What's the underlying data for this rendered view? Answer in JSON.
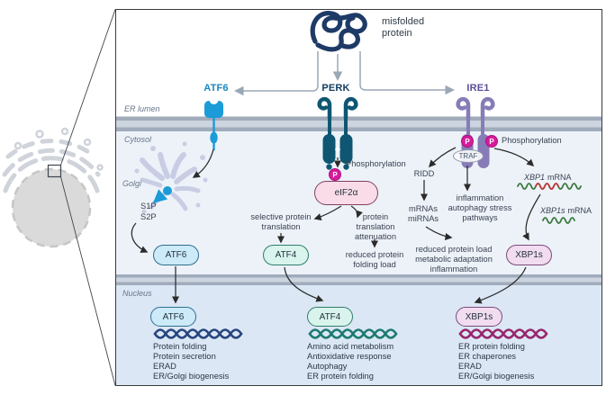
{
  "colors": {
    "atf6_accent": "#1b9bd7",
    "perk_accent": "#0e5672",
    "ire1_accent": "#877cb7",
    "phospho_pink": "#d81b9c",
    "membrane_gray": "#a0abbc",
    "cytosol_bg": "#edf2f9",
    "nucleus_bg": "#dbe7f5",
    "dna_atf6": "#27457f",
    "dna_atf4": "#1d7a70",
    "dna_xbp1s": "#98266b",
    "mrna_green": "#3b7a3f",
    "mrna_red": "#c13a3a"
  },
  "icons": {
    "misfolded_protein": "protein-squiggle",
    "atf6_receptor": "membrane-receptor",
    "perk_receptor": "kinase-receptor",
    "ire1_receptor": "kinase-receptor",
    "golgi": "golgi-apparatus",
    "cell_inset": "cell-with-er-zoom-box",
    "dna": "dna-helix",
    "mrna": "wavy-mrna-strand"
  },
  "header": {
    "misfolded_protein": "misfolded protein"
  },
  "compartments": {
    "er_lumen": "ER lumen",
    "cytosol": "Cytosol",
    "golgi": "Golgi",
    "nucleus": "Nucleus"
  },
  "sensors": {
    "atf6": "ATF6",
    "perk": "PERK",
    "ire1": "IRE1"
  },
  "atf6_branch": {
    "s1p": "S1P",
    "s2p": "S2P",
    "tf_cytosol": "ATF6",
    "tf_nucleus": "ATF6",
    "targets": [
      "Protein folding",
      "Protein secretion",
      "ERAD",
      "ER/Golgi biogenesis"
    ]
  },
  "perk_branch": {
    "phosphorylation": "Phosphorylation",
    "p_badge": "P",
    "eif2a": "eIF2α",
    "selective_translation": "selective protein translation",
    "translation_attenuation": "protein translation attenuation",
    "reduced_folding_load": "reduced protein folding load",
    "tf_cytosol": "ATF4",
    "tf_nucleus": "ATF4",
    "targets": [
      "Amino acid metabolism",
      "Antioxidative response",
      "Autophagy",
      "ER protein folding"
    ]
  },
  "ire1_branch": {
    "phosphorylation": "Phosphorylation",
    "p_badge": "P",
    "traf": "TRAF",
    "ridd": "RIDD",
    "mrnas_mirnas": "mRNAs miRNAs",
    "stress_pathways": "inflammation autophagy stress pathways",
    "reduced_protein_load": "reduced protein load metabolic adaptation inflammation",
    "xbp1_gene": "XBP1",
    "xbp1s_gene": "XBP1s",
    "mrna_word": "mRNA",
    "tf_cytosol": "XBP1s",
    "tf_nucleus": "XBP1s",
    "targets": [
      "ER protein folding",
      "ER chaperones",
      "ERAD",
      "ER/Golgi biogenesis"
    ]
  }
}
